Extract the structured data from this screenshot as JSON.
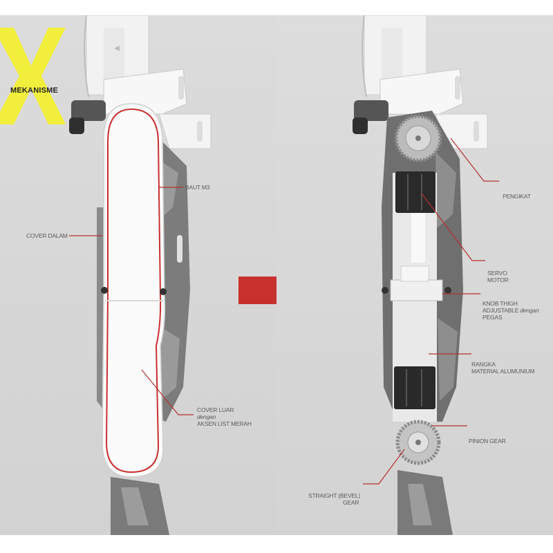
{
  "title": "MEKANISME",
  "labels": {
    "baut_m3": "BAUT M3",
    "cover_dalam": "COVER DALAM",
    "cover_luar_1": "COVER LUAR",
    "cover_luar_2": "dengan",
    "cover_luar_3": "AKSEN LIST MERAH",
    "pengikat": "PENGIKAT",
    "servo_1": "SERVO",
    "servo_2": "MOTOR",
    "knob_1": "KNOB THIGH",
    "knob_2a": "ADJUSTABLE ",
    "knob_2b": "dengan",
    "knob_3": "PEGAS",
    "rangka_1": "RANGKA",
    "rangka_2": "MATERIAL ALUMUNIUM",
    "pinion": "PINION GEAR",
    "straight_1": "STRAIGHT (BEVEL)",
    "straight_2": "GEAR"
  },
  "colors": {
    "accent_yellow": "#f2ef3c",
    "accent_red": "#c8302e",
    "leader_line": "#b82e2e"
  },
  "icons": [
    "x-mark-icon",
    "right-arrow-icon"
  ]
}
